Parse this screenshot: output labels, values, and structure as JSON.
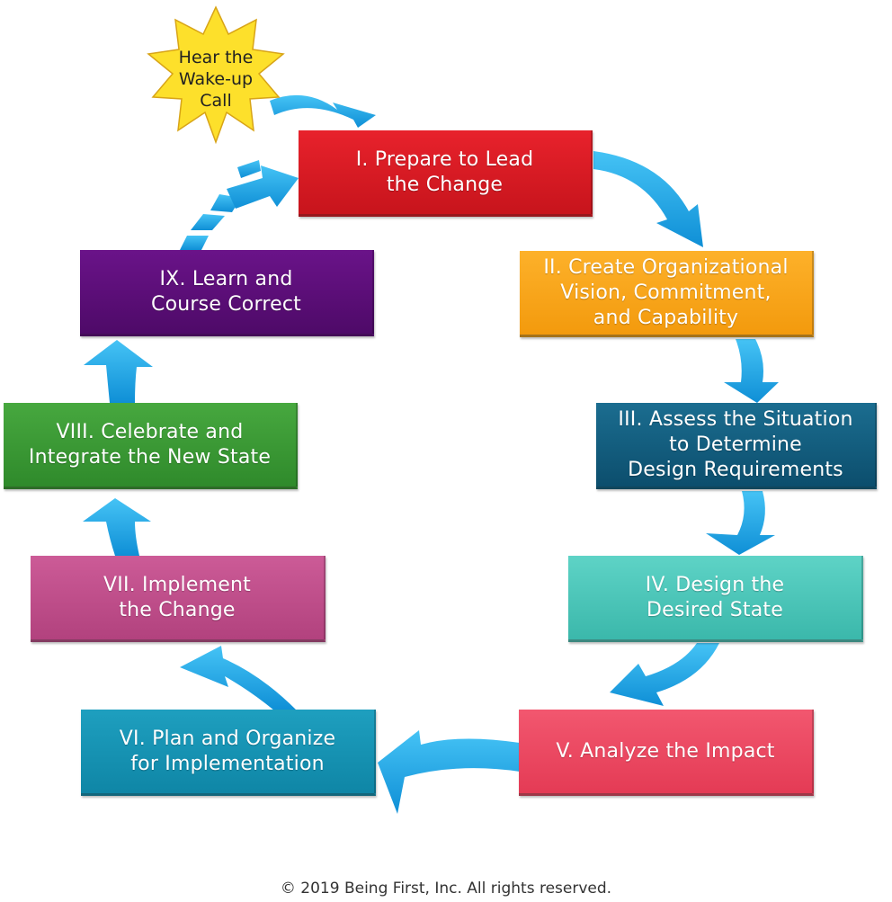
{
  "wake_up": {
    "label": "Hear the\nWake-up\nCall"
  },
  "steps": [
    {
      "label": "I. Prepare to Lead\nthe Change",
      "color": "#d81b23"
    },
    {
      "label": "II. Create Organizational\nVision, Commitment,\nand Capability",
      "color": "#f8a51b"
    },
    {
      "label": "III. Assess the Situation\nto Determine\nDesign Requirements",
      "color": "#135d7e"
    },
    {
      "label": "IV. Design the\nDesired State",
      "color": "#4cc6b8"
    },
    {
      "label": "V. Analyze the Impact",
      "color": "#eb4862"
    },
    {
      "label": "VI. Plan and Organize\nfor Implementation",
      "color": "#1793b3"
    },
    {
      "label": "VII. Implement\nthe Change",
      "color": "#bf4e8a"
    },
    {
      "label": "VIII. Celebrate and\nIntegrate the New State",
      "color": "#3b9935"
    },
    {
      "label": "IX. Learn and\nCourse Correct",
      "color": "#5c0f78"
    }
  ],
  "arrow_color": "#1aa6e8",
  "star_color": "#fde02b",
  "footer": "© 2019  Being First, Inc. All rights reserved."
}
